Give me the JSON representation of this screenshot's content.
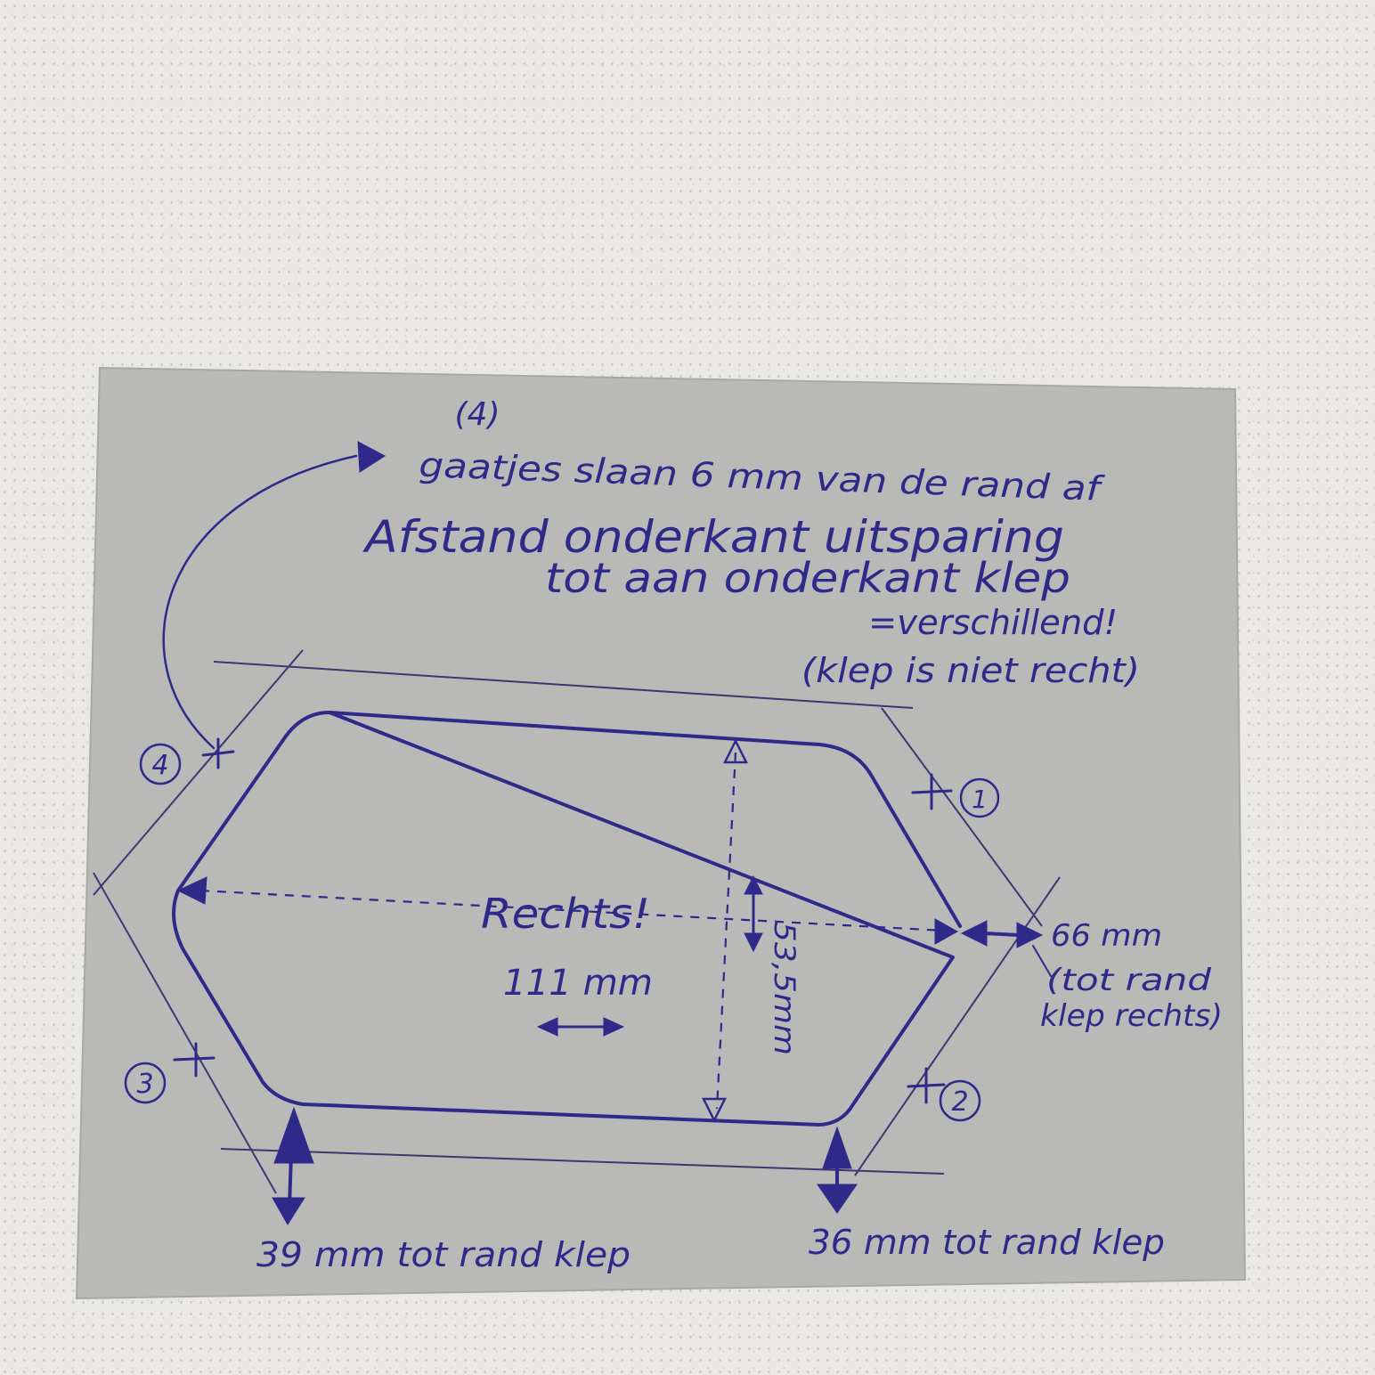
{
  "colors": {
    "ink": "#2e2a8a",
    "card": "#b9b9b7",
    "surface": "#e9e8e4"
  },
  "notes": {
    "hole_count": "(4)",
    "holes": "gaatjes slaan 6 mm van de rand af",
    "distance_line1": "Afstand onderkant uitsparing",
    "distance_line2": "tot aan onderkant klep",
    "distance_line3": "=verschillend!",
    "distance_line4": "(klep is niet recht)"
  },
  "markers": {
    "hole_1": "1",
    "hole_2": "2",
    "hole_3": "3",
    "hole_4": "4"
  },
  "dimensions": {
    "center_note": "Rechts!",
    "width": "111 mm",
    "height": "53,5mm",
    "right_offset": "66 mm",
    "right_offset_note1": "(tot rand",
    "right_offset_note2": "klep rechts)",
    "bottom_left": "39 mm tot rand klep",
    "bottom_right": "36 mm tot rand klep"
  }
}
